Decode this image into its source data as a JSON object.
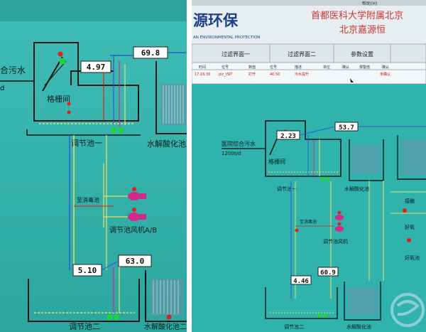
{
  "left_photo": {
    "labels": {
      "inlet_partial": "合污水",
      "inlet_unit_partial": "d",
      "grille": "格栅间",
      "regulating_pool_1": "调节池一",
      "hydrolysis_1": "水解酸化池",
      "to_disinfection": "至消毒池",
      "blower": "调节池风机A/B",
      "regulating_pool_2": "调节池二",
      "hydrolysis_2": "水解酸化池二"
    },
    "readouts": {
      "level_1": "4.97",
      "level_top": "69.8",
      "level_2": "5.10",
      "level_mid": "63.0"
    }
  },
  "right_photo": {
    "header": {
      "logo_partial": "源环保",
      "logo_en": "AN ENVIRONMENTAL PROTECTION",
      "title_line1": "首都医科大学附属北京",
      "title_line2": "北京嘉源恒",
      "small_tab": "帮助(H)"
    },
    "tabs": [
      "过滤界面一",
      "过滤界面二",
      "参数设置"
    ],
    "table": {
      "headers": [
        "时间",
        "位号",
        "数值",
        "位号",
        "描述",
        "单位",
        "确认",
        "报警值",
        "确认"
      ],
      "row": [
        "17:16:30",
        "plc_tSIT",
        "打开",
        "40.50",
        "污水提升",
        "",
        "",
        "",
        "未确认"
      ]
    },
    "labels": {
      "inlet": "医院综合污水",
      "inlet_flow": "1200t/d",
      "grille": "格栅间",
      "regulating_pool_1": "调节池一",
      "hydrolysis_1": "水解酸化池",
      "blower_partial_1": "接触",
      "to_disinfection": "至消毒池",
      "blower": "调节池风机",
      "aerobic_partial": "好氧",
      "aerobic_partial_2": "好氧池",
      "regulating_pool_2": "调节池二",
      "hydrolysis_2": "水解酸化池"
    },
    "readouts": {
      "level_1": "2.23",
      "level_top": "53.7",
      "level_2": "4.46",
      "level_mid": "60.9"
    }
  },
  "colors": {
    "screen_teal": "#35b7b0",
    "pipe_yellow": "#e8e06a",
    "pipe_blue": "#2f5fd0",
    "pump_magenta": "#d02a8a",
    "valve_red": "#e02020",
    "ok_green": "#22d23a"
  }
}
